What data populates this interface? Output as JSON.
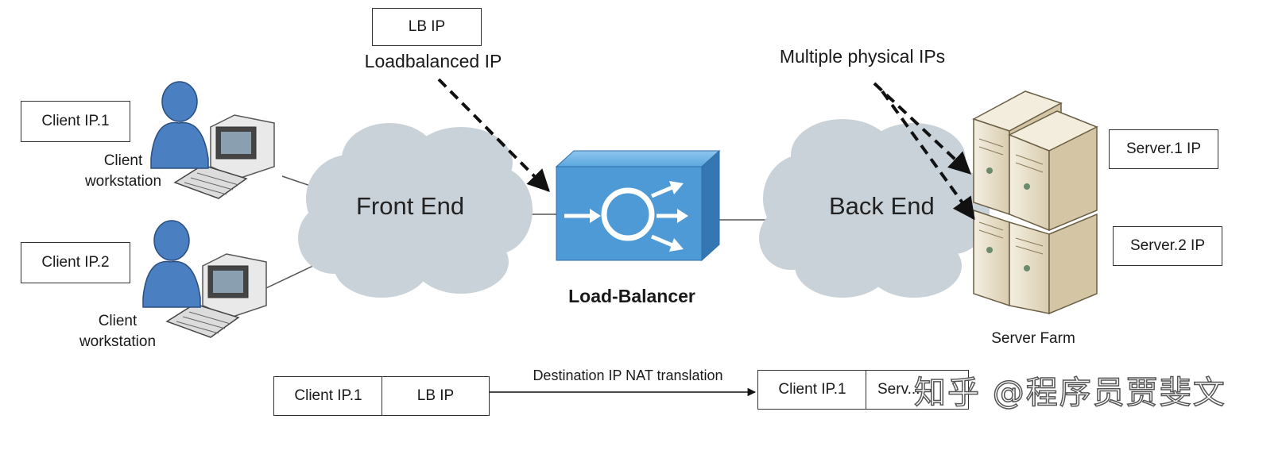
{
  "lb_ip_box": "LB IP",
  "loadbalanced_ip_label": "Loadbalanced IP",
  "multiple_ips_label": "Multiple physical IPs",
  "client1": {
    "ip": "Client IP.1",
    "label_line1": "Client",
    "label_line2": "workstation"
  },
  "client2": {
    "ip": "Client IP.2",
    "label_line1": "Client",
    "label_line2": "workstation"
  },
  "front_end": "Front End",
  "back_end": "Back End",
  "load_balancer": "Load-Balancer",
  "server1_ip": "Server.1 IP",
  "server2_ip": "Server.2 IP",
  "server_farm": "Server Farm",
  "packet_before": {
    "src": "Client IP.1",
    "dst": "LB IP"
  },
  "nat_label": "Destination IP NAT translation",
  "packet_after": {
    "src": "Client IP.1",
    "dst": "Serv..."
  },
  "watermark": "知乎 @程序员贾斐文",
  "colors": {
    "cloud": "#c7d1d7",
    "lb_blue": "#4d9ad6",
    "person": "#4a7fc1",
    "server": "#e8dfc9"
  }
}
